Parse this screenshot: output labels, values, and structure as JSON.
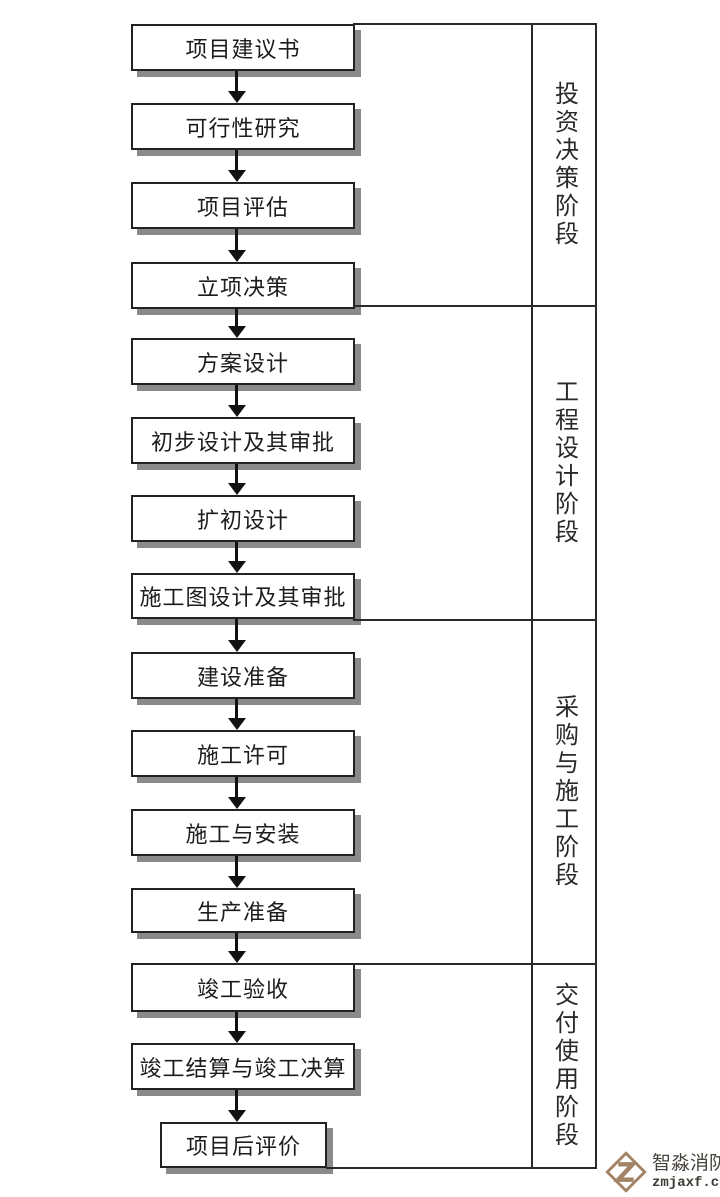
{
  "flow": {
    "boxes": [
      {
        "label": "项目建议书"
      },
      {
        "label": "可行性研究"
      },
      {
        "label": "项目评估"
      },
      {
        "label": "立项决策"
      },
      {
        "label": "方案设计"
      },
      {
        "label": "初步设计及其审批"
      },
      {
        "label": "扩初设计"
      },
      {
        "label": "施工图设计及其审批"
      },
      {
        "label": "建设准备"
      },
      {
        "label": "施工许可"
      },
      {
        "label": "施工与安装"
      },
      {
        "label": "生产准备"
      },
      {
        "label": "竣工验收"
      },
      {
        "label": "竣工结算与竣工决算"
      },
      {
        "label": "项目后评价"
      }
    ]
  },
  "phases": [
    {
      "label": "投资决策阶段"
    },
    {
      "label": "工程设计阶段"
    },
    {
      "label": "采购与施工阶段"
    },
    {
      "label": "交付使用阶段"
    }
  ],
  "logo": {
    "icon": "zhimiao-diamond-z-icon",
    "name": "智淼消防",
    "url": "zmjaxf.com"
  },
  "colors": {
    "line": "#2a2a2a",
    "box_border": "#222222",
    "box_shadow": "#8a8a8a",
    "arrow": "#111111",
    "logo_bronze": "#a28366"
  }
}
